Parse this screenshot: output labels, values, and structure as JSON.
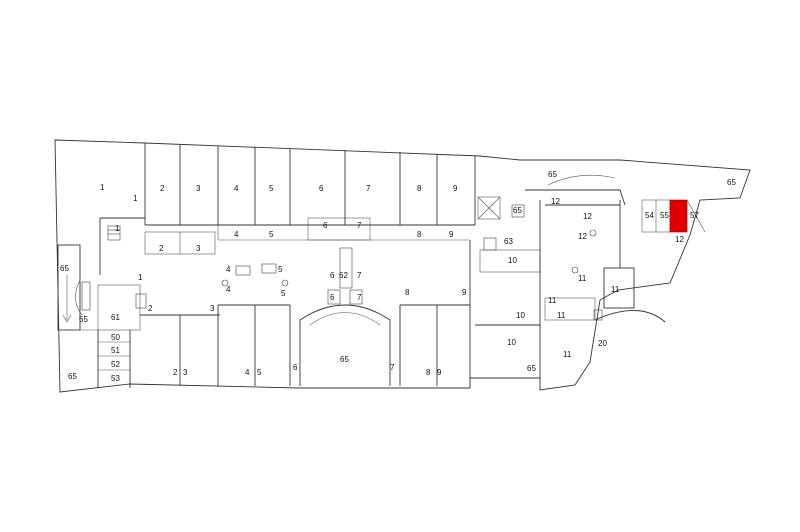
{
  "plan": {
    "highlight_color": "#e00000",
    "labels": [
      {
        "id": "u1",
        "text": "1"
      },
      {
        "id": "u2",
        "text": "2"
      },
      {
        "id": "u3",
        "text": "3"
      },
      {
        "id": "u4",
        "text": "4"
      },
      {
        "id": "u5",
        "text": "5"
      },
      {
        "id": "u6",
        "text": "6"
      },
      {
        "id": "u7",
        "text": "7"
      },
      {
        "id": "u8",
        "text": "8"
      },
      {
        "id": "u9",
        "text": "9"
      },
      {
        "id": "u65a",
        "text": "65"
      },
      {
        "id": "u65b",
        "text": "65"
      },
      {
        "id": "u12a",
        "text": "12"
      },
      {
        "id": "u12b",
        "text": "12"
      },
      {
        "id": "u12c",
        "text": "12"
      },
      {
        "id": "u12d",
        "text": "12"
      },
      {
        "id": "u54",
        "text": "54"
      },
      {
        "id": "u55",
        "text": "55"
      },
      {
        "id": "u57",
        "text": "57"
      },
      {
        "id": "u65c",
        "text": "65"
      },
      {
        "id": "u63",
        "text": "63"
      },
      {
        "id": "u10a",
        "text": "10"
      },
      {
        "id": "u10b",
        "text": "10"
      },
      {
        "id": "u10c",
        "text": "10"
      },
      {
        "id": "u11a",
        "text": "11"
      },
      {
        "id": "u11b",
        "text": "11"
      },
      {
        "id": "u11c",
        "text": "11"
      },
      {
        "id": "u11d",
        "text": "11"
      },
      {
        "id": "u11e",
        "text": "11"
      },
      {
        "id": "u20",
        "text": "20"
      },
      {
        "id": "u65d",
        "text": "65"
      },
      {
        "id": "u1b",
        "text": "1"
      },
      {
        "id": "u2b",
        "text": "2"
      },
      {
        "id": "u3b",
        "text": "3"
      },
      {
        "id": "u4b",
        "text": "4"
      },
      {
        "id": "u5b",
        "text": "5"
      },
      {
        "id": "u6b",
        "text": "6"
      },
      {
        "id": "u7b",
        "text": "7"
      },
      {
        "id": "u8b",
        "text": "8"
      },
      {
        "id": "u9b",
        "text": "9"
      },
      {
        "id": "u1c",
        "text": "1"
      },
      {
        "id": "u4c",
        "text": "4"
      },
      {
        "id": "u5c",
        "text": "5"
      },
      {
        "id": "u4d",
        "text": "4"
      },
      {
        "id": "u5d",
        "text": "5"
      },
      {
        "id": "u6c",
        "text": "6"
      },
      {
        "id": "u62",
        "text": "62"
      },
      {
        "id": "u7c",
        "text": "7"
      },
      {
        "id": "u6d",
        "text": "6"
      },
      {
        "id": "u7d",
        "text": "7"
      },
      {
        "id": "u8c",
        "text": "8"
      },
      {
        "id": "u9c",
        "text": "9"
      },
      {
        "id": "u65e",
        "text": "65"
      },
      {
        "id": "u65f",
        "text": "65"
      },
      {
        "id": "u1d",
        "text": "1"
      },
      {
        "id": "u2c",
        "text": "2"
      },
      {
        "id": "u3c",
        "text": "3"
      },
      {
        "id": "u61",
        "text": "61"
      },
      {
        "id": "u50",
        "text": "50"
      },
      {
        "id": "u51",
        "text": "51"
      },
      {
        "id": "u52",
        "text": "52"
      },
      {
        "id": "u53",
        "text": "53"
      },
      {
        "id": "u65g",
        "text": "65"
      },
      {
        "id": "u2d",
        "text": "2"
      },
      {
        "id": "u3d",
        "text": "3"
      },
      {
        "id": "u4e",
        "text": "4"
      },
      {
        "id": "u5e",
        "text": "5"
      },
      {
        "id": "u6e",
        "text": "6"
      },
      {
        "id": "u65h",
        "text": "65"
      },
      {
        "id": "u7e",
        "text": "7"
      },
      {
        "id": "u8d",
        "text": "8"
      },
      {
        "id": "u9d",
        "text": "9"
      }
    ]
  }
}
